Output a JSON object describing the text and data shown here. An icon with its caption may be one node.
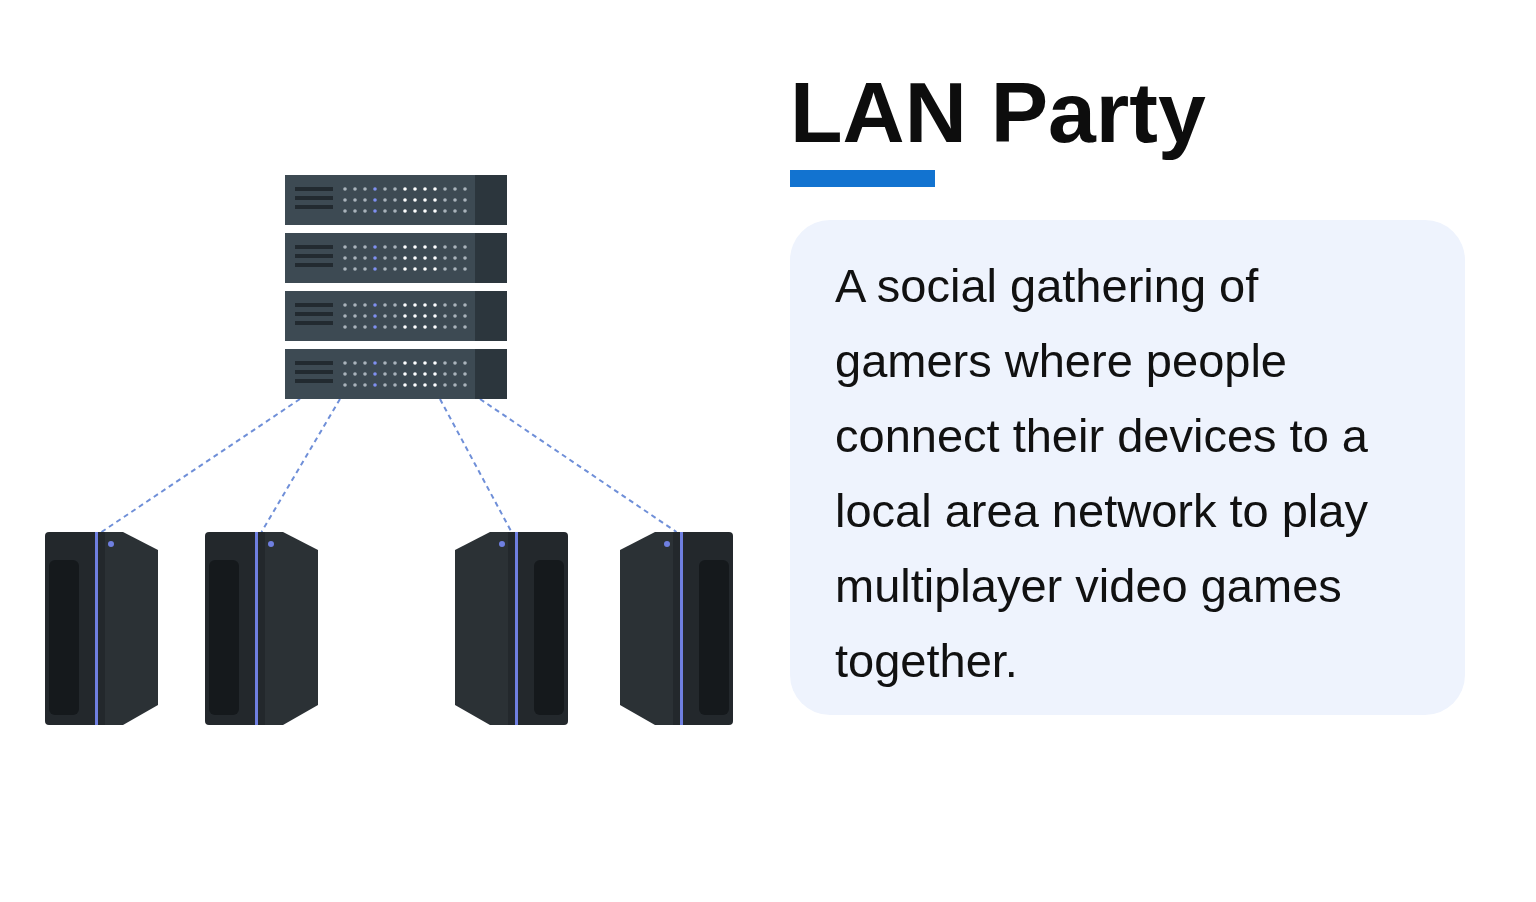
{
  "diagram": {
    "title": "LAN Party",
    "nodes": [
      {
        "text": [],
        "shape": "picture"
      },
      {
        "text": [],
        "shape": "picture"
      },
      {
        "text": [],
        "shape": "picture"
      },
      {
        "text": [],
        "shape": "picture"
      },
      {
        "text": [],
        "shape": "picture"
      },
      {
        "text": [
          "A social gathering of gamers where people connect their devices to a local area network to play multiplayer video games together."
        ]
      }
    ],
    "edges": [
      {
        "from": 0,
        "to": 1,
        "arrow": "none",
        "style": "dashed"
      },
      {
        "from": 0,
        "to": 2,
        "arrow": "none",
        "style": "dashed"
      },
      {
        "from": 0,
        "to": 3,
        "arrow": "none",
        "style": "dashed"
      },
      {
        "from": 0,
        "to": 4,
        "arrow": "none",
        "style": "dashed"
      }
    ]
  }
}
